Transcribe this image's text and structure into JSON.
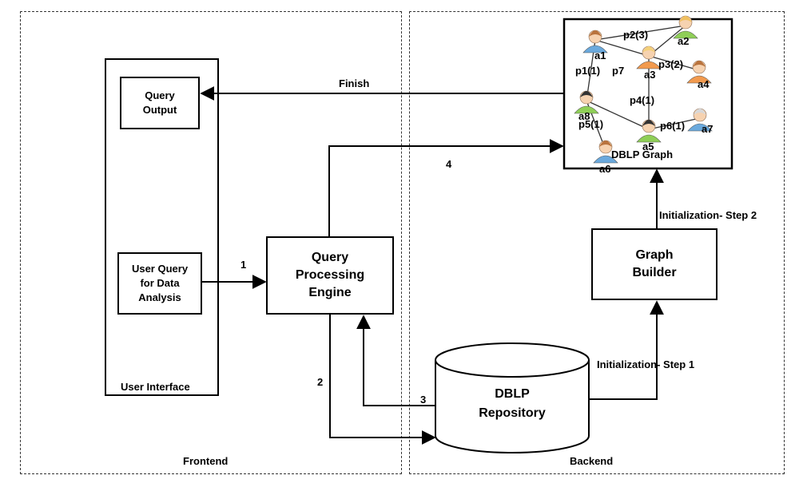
{
  "regions": {
    "frontend": "Frontend",
    "backend": "Backend"
  },
  "ui_panel": {
    "label": "User Interface"
  },
  "boxes": {
    "query_output": "Query\nOutput",
    "user_query": "User Query\nfor Data\nAnalysis",
    "engine": "Query\nProcessing\nEngine",
    "graph_builder": "Graph\nBuilder",
    "repository": "DBLP\nRepository"
  },
  "arrows": {
    "finish": "Finish",
    "step1": "1",
    "step2": "2",
    "step3": "3",
    "step4": "4",
    "init_step1": "Initialization- Step 1",
    "init_step2": "Initialization- Step 2"
  },
  "graph": {
    "title": "DBLP Graph",
    "authors": [
      {
        "id": "a1",
        "color": "#6aa9dd"
      },
      {
        "id": "a2",
        "color": "#8fcf57"
      },
      {
        "id": "a3",
        "color": "#f29a4e"
      },
      {
        "id": "a4",
        "color": "#f29a4e"
      },
      {
        "id": "a5",
        "color": "#8fcf57"
      },
      {
        "id": "a6",
        "color": "#6aa9dd"
      },
      {
        "id": "a7",
        "color": "#6aa9dd"
      },
      {
        "id": "a8",
        "color": "#8fcf57"
      }
    ],
    "edge_labels": [
      "p2(3)",
      "p1(1)",
      "p7",
      "p3(2)",
      "p4(1)",
      "p5(1)",
      "p6(1)"
    ]
  }
}
